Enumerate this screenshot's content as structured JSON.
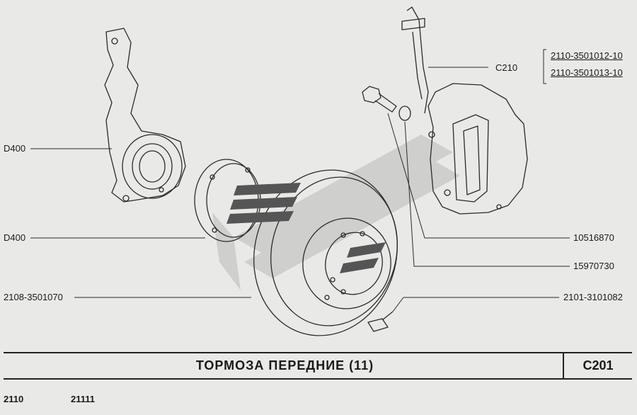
{
  "labels": {
    "c210": "C210",
    "caliper_a": "2110-3501012-10",
    "caliper_b": "2110-3501013-10",
    "d400_top": "D400",
    "d400_mid": "D400",
    "disc": "2108-3501070",
    "bolt": "10516870",
    "washer": "15970730",
    "pin": "2101-3101082"
  },
  "title": "ТОРМОЗА  ПЕРЕДНИЕ  (11)",
  "section_code": "C201",
  "footer": {
    "model_a": "2110",
    "model_b": "21111"
  }
}
